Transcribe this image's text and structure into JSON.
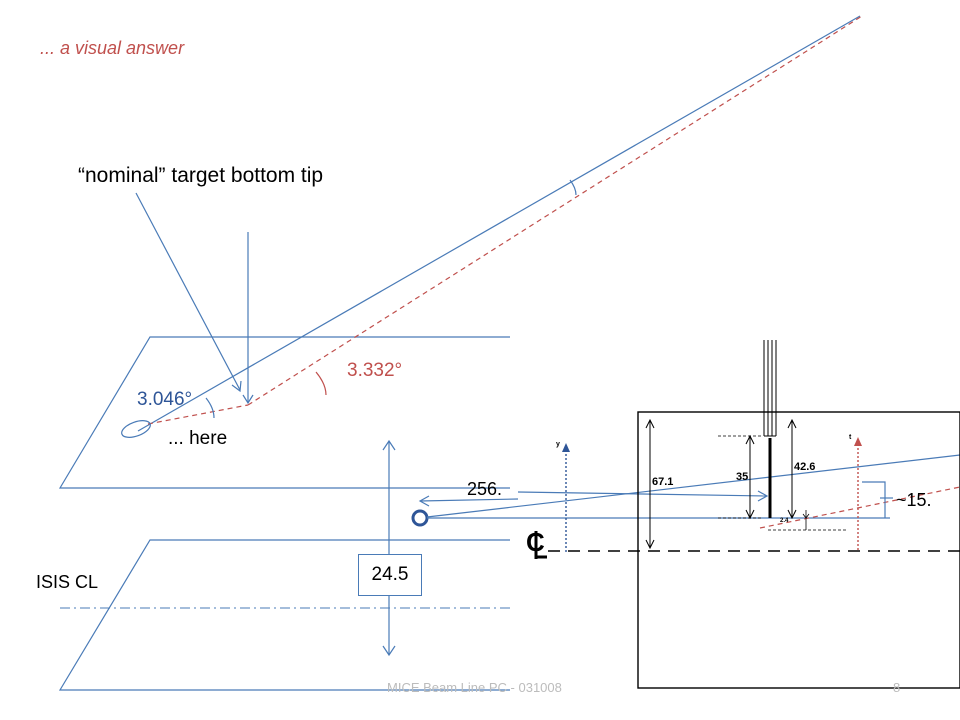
{
  "slide": {
    "title": "... a visual answer",
    "nominal_label": "“nominal” target bottom tip",
    "here_label": "... here",
    "angle_blue": "3.046°",
    "angle_red": "3.332°",
    "isis_label": "ISIS CL",
    "dist_256": "256.",
    "dist_15": "~15.",
    "dist_245": "24.5",
    "footer": "MICE Beam Line PC - 031008",
    "page_number": "8"
  },
  "inset": {
    "dim_671": "67.1",
    "dim_35": "35",
    "dim_426": "42.6",
    "dim_24": "2.4",
    "y_axis": "y",
    "t_axis": "t",
    "cl_symbol": "C"
  },
  "colors": {
    "blue_line": "#4a7bb7",
    "red_dashed": "#c0504d",
    "dark_blue_circle": "#2e5597"
  }
}
